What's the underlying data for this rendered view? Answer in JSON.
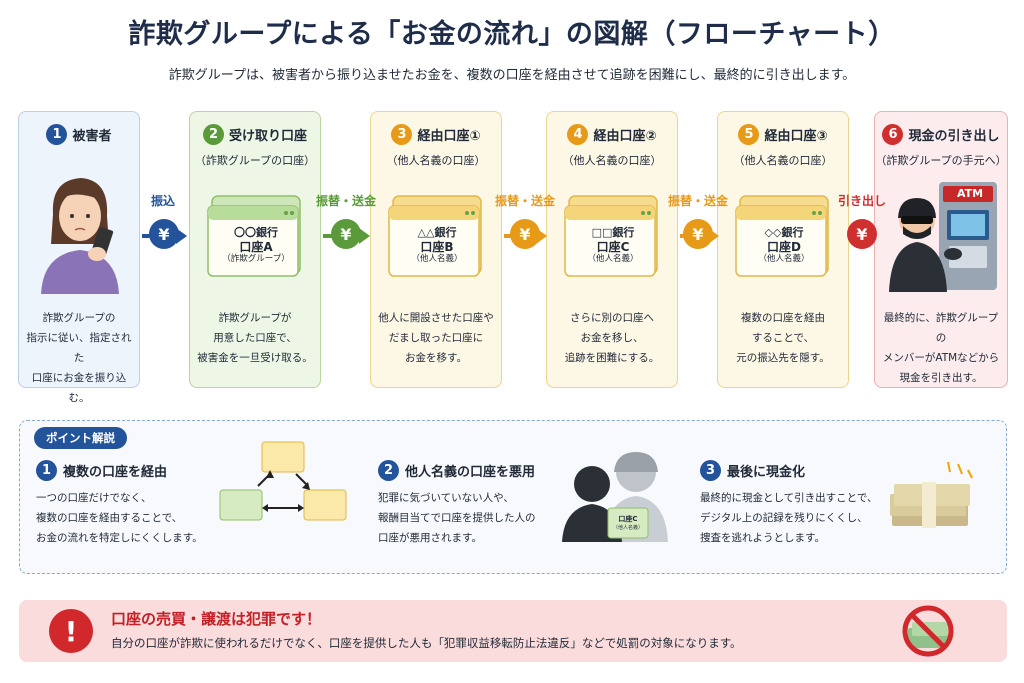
{
  "header": {
    "title": "詐欺グループによる「お金の流れ」の図解（フローチャート）",
    "subtitle": "詐欺グループは、被害者から振り込ませたお金を、複数の口座を経由させて追跡を困難にし、最終的に引き出します。"
  },
  "steps": [
    {
      "number": "1",
      "title": "被害者",
      "subtitle": "",
      "description": "詐欺グループの\n指示に従い、指定された\n口座にお金を振り込む。"
    },
    {
      "number": "2",
      "title": "受け取り口座",
      "subtitle": "（詐欺グループの口座）",
      "description": "詐欺グループが\n用意した口座で、\n被害金を一旦受け取る。",
      "book": {
        "bank": "〇〇銀行",
        "account": "口座A",
        "owner": "（詐欺グループ）"
      }
    },
    {
      "number": "3",
      "title": "経由口座①",
      "subtitle": "（他人名義の口座）",
      "description": "他人に開設させた口座や\nだまし取った口座に\nお金を移す。",
      "book": {
        "bank": "△△銀行",
        "account": "口座B",
        "owner": "（他人名義）"
      }
    },
    {
      "number": "4",
      "title": "経由口座②",
      "subtitle": "（他人名義の口座）",
      "description": "さらに別の口座へ\nお金を移し、\n追跡を困難にする。",
      "book": {
        "bank": "□□銀行",
        "account": "口座C",
        "owner": "（他人名義）"
      }
    },
    {
      "number": "5",
      "title": "経由口座③",
      "subtitle": "（他人名義の口座）",
      "description": "複数の口座を経由\nすることで、\n元の振込先を隠す。",
      "book": {
        "bank": "◇◇銀行",
        "account": "口座D",
        "owner": "（他人名義）"
      }
    },
    {
      "number": "6",
      "title": "現金の引き出し",
      "subtitle": "（詐欺グループの手元へ）",
      "description": "最終的に、詐欺グループの\nメンバーがATMなどから\n現金を引き出す。",
      "atm_label": "ATM"
    }
  ],
  "arrows": [
    {
      "label": "振込",
      "symbol": "¥",
      "color": "#23539a"
    },
    {
      "label": "振替・送金",
      "symbol": "¥",
      "color": "#5b9a3a"
    },
    {
      "label": "振替・送金",
      "symbol": "¥",
      "color": "#e69a18"
    },
    {
      "label": "振替・送金",
      "symbol": "¥",
      "color": "#e69a18"
    },
    {
      "label": "引き出し",
      "symbol": "¥",
      "color": "#cf2f2f"
    }
  ],
  "points": {
    "tag": "ポイント解説",
    "items": [
      {
        "number": "1",
        "title": "複数の口座を経由",
        "description": "一つの口座だけでなく、\n複数の口座を経由することで、\nお金の流れを特定しにくくします。"
      },
      {
        "number": "2",
        "title": "他人名義の口座を悪用",
        "description": "犯罪に気づいていない人や、\n報酬目当てで口座を提供した人の\n口座が悪用されます。"
      },
      {
        "number": "3",
        "title": "最後に現金化",
        "description": "最終的に現金として引き出すことで、\nデジタル上の記録を残りにくくし、\n捜査を逃れようとします。"
      }
    ],
    "mini_book_label": "口座C",
    "mini_book_owner": "（他人名義）"
  },
  "warning": {
    "icon": "!",
    "title": "口座の売買・譲渡は犯罪です！",
    "text": "自分の口座が詐欺に使われるだけでなく、口座を提供した人も「犯罪収益移転防止法違反」などで処罰の対象になります。"
  },
  "colors": {
    "navy": "#23539a",
    "green": "#5b9a3a",
    "orange": "#e69a18",
    "red": "#cf2f2f"
  }
}
